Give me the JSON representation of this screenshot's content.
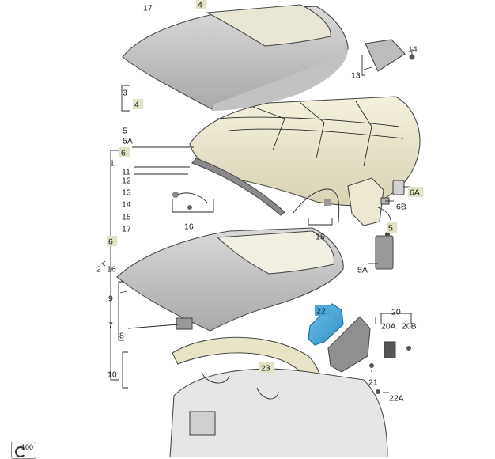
{
  "callouts": [
    {
      "id": "c17",
      "text": "17",
      "hl": false
    },
    {
      "id": "c4top",
      "text": "4",
      "hl": true
    },
    {
      "id": "c14",
      "text": "14",
      "hl": false
    },
    {
      "id": "c13",
      "text": "13",
      "hl": false
    },
    {
      "id": "c3",
      "text": "3",
      "hl": false
    },
    {
      "id": "c4",
      "text": "4",
      "hl": true
    },
    {
      "id": "c5",
      "text": "5",
      "hl": false
    },
    {
      "id": "c5A",
      "text": "5A",
      "hl": false
    },
    {
      "id": "c6",
      "text": "6",
      "hl": true
    },
    {
      "id": "c1",
      "text": "1",
      "hl": false
    },
    {
      "id": "c11",
      "text": "11",
      "hl": false
    },
    {
      "id": "c12",
      "text": "12",
      "hl": false
    },
    {
      "id": "c13b",
      "text": "13",
      "hl": false
    },
    {
      "id": "c14b",
      "text": "14",
      "hl": false
    },
    {
      "id": "c15b",
      "text": "15",
      "hl": false
    },
    {
      "id": "c17b",
      "text": "17",
      "hl": false
    },
    {
      "id": "c16",
      "text": "16",
      "hl": false
    },
    {
      "id": "c6A",
      "text": "6A",
      "hl": true
    },
    {
      "id": "c6B",
      "text": "6B",
      "hl": false
    },
    {
      "id": "c5r",
      "text": "5",
      "hl": true
    },
    {
      "id": "c15",
      "text": "15",
      "hl": false
    },
    {
      "id": "c6b",
      "text": "6",
      "hl": true
    },
    {
      "id": "c2",
      "text": "2",
      "hl": false
    },
    {
      "id": "c16b",
      "text": "16",
      "hl": false
    },
    {
      "id": "c5Ar",
      "text": "5A",
      "hl": false
    },
    {
      "id": "c9",
      "text": "9",
      "hl": false
    },
    {
      "id": "c7",
      "text": "7",
      "hl": false
    },
    {
      "id": "c8",
      "text": "8",
      "hl": false
    },
    {
      "id": "c22",
      "text": "22",
      "hl": "selected"
    },
    {
      "id": "c20",
      "text": "20",
      "hl": false
    },
    {
      "id": "c20A",
      "text": "20A",
      "hl": false
    },
    {
      "id": "c20B",
      "text": "20B",
      "hl": false
    },
    {
      "id": "c10",
      "text": "10",
      "hl": false
    },
    {
      "id": "c23",
      "text": "23",
      "hl": true
    },
    {
      "id": "c21",
      "text": "21",
      "hl": false
    },
    {
      "id": "c22A",
      "text": "22A",
      "hl": false
    }
  ],
  "zoom": {
    "value": "100"
  }
}
